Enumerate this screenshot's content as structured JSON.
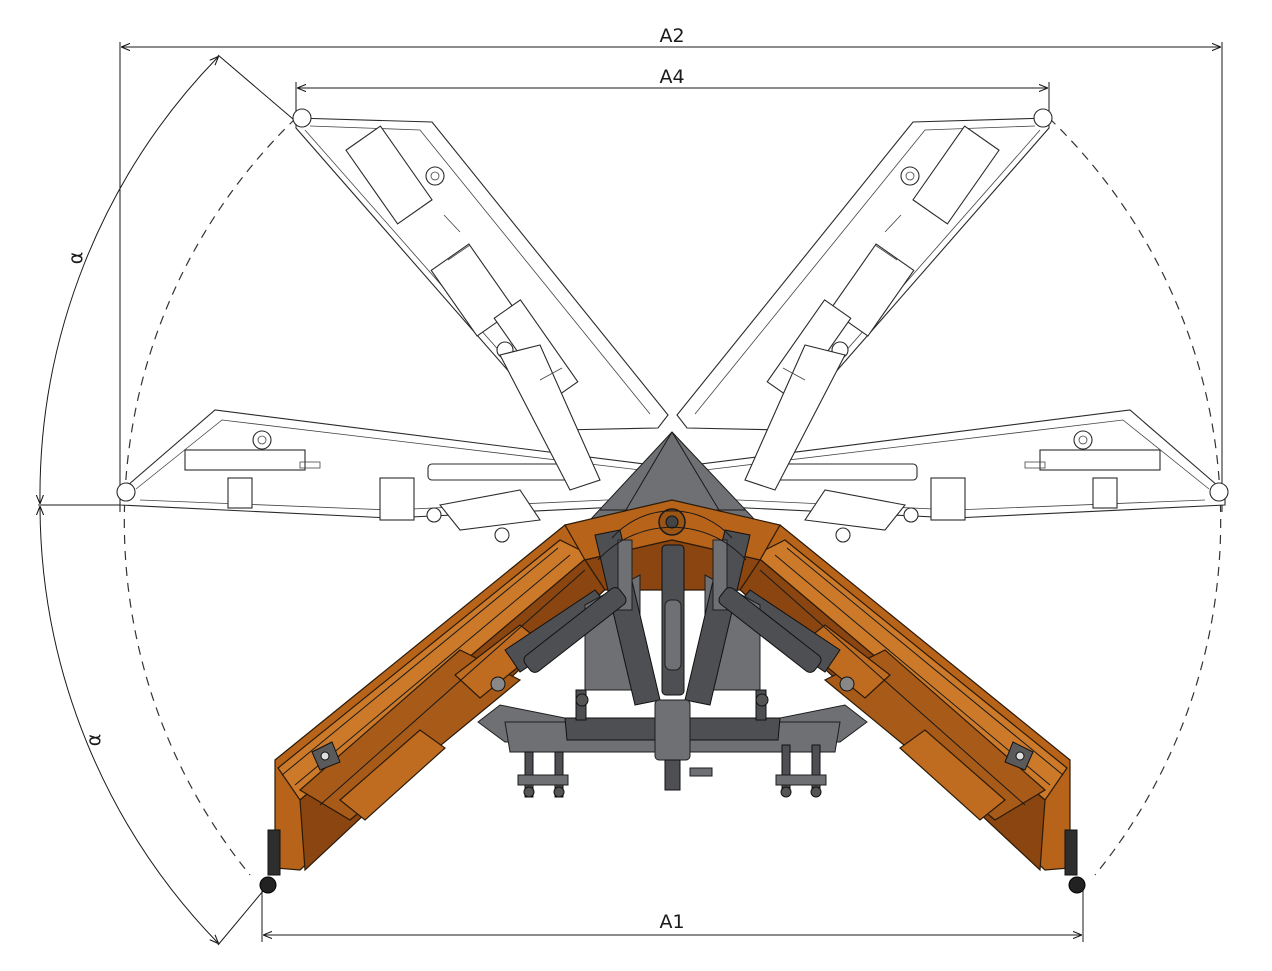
{
  "dimensions": {
    "a2": "A2",
    "a4": "A4",
    "a1": "A1",
    "alpha_upper": "α",
    "alpha_lower": "α"
  },
  "colors": {
    "blade_main": "#b8631a",
    "blade_light": "#cc7a2a",
    "blade_dark": "#8a4510",
    "steel": "#6e7073",
    "steel_dark": "#4d4f52",
    "line": "#1a1a1a"
  }
}
